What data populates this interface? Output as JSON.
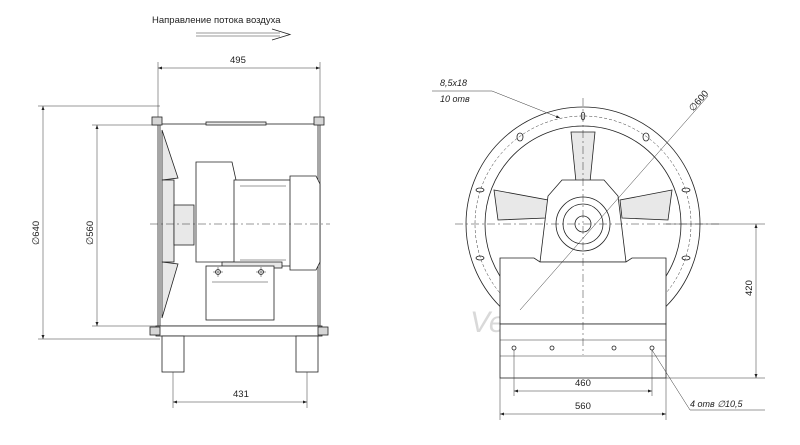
{
  "airflow": {
    "label": "Направление потока воздуха"
  },
  "dimensions": {
    "width_top": "495",
    "height_outer": "∅640",
    "height_inner": "∅560",
    "base_width_side": "431",
    "diameter_bolt_circle": "∅600",
    "bolt_holes_size": "8,5x18",
    "bolt_holes_count": "10 отв",
    "base_height": "420",
    "base_holes_spacing": "460",
    "base_width_front": "560",
    "base_holes": "4 отв ∅10,5"
  },
  "watermark": {
    "text": "Ventilatorry.ru"
  }
}
